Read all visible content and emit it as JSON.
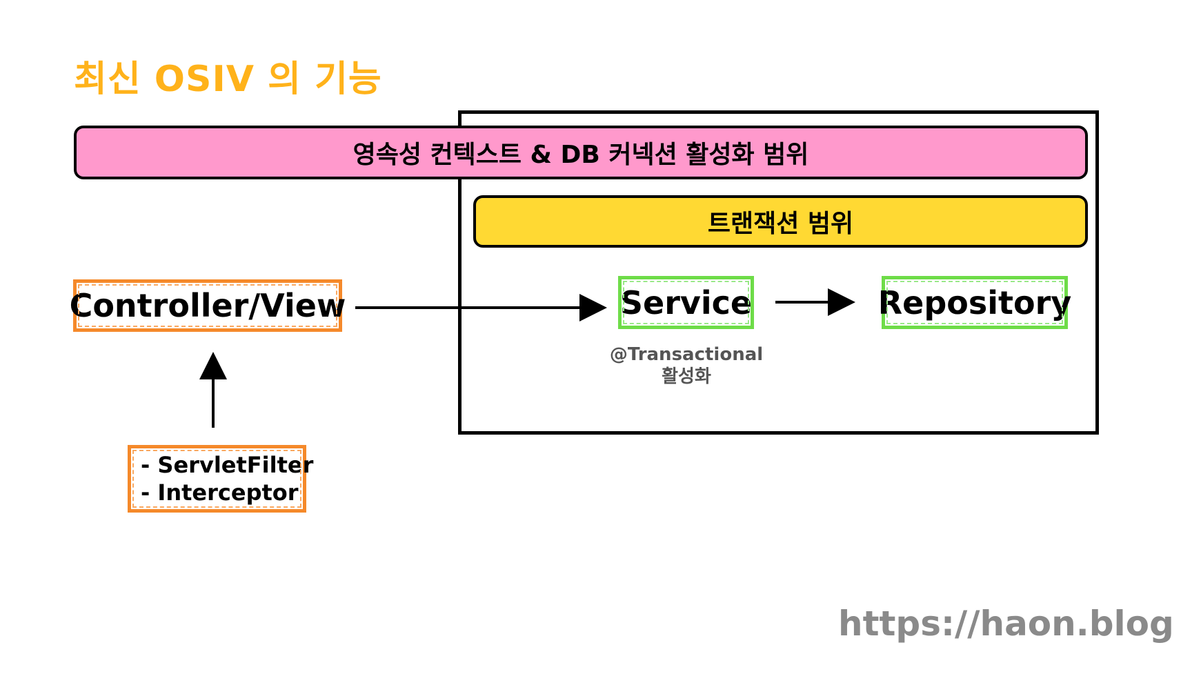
{
  "title": "최신 OSIV 의 기능",
  "scopes": {
    "persistence": "영속성 컨텍스트 & DB 커넥션 활성화 범위",
    "transaction": "트랜잭션 범위"
  },
  "nodes": {
    "controller": "Controller/View",
    "service": "Service",
    "repository": "Repository",
    "filters": [
      "- ServletFilter",
      "- Interceptor"
    ]
  },
  "annotation": {
    "line1": "@Transactional",
    "line2": "활성화"
  },
  "watermark": "https://haon.blog",
  "colors": {
    "title": "#FFB21A",
    "persistence_bar": "#FF99CC",
    "transaction_bar": "#FFD933",
    "orange_border": "#F5892A",
    "green_border": "#6EDC48"
  }
}
